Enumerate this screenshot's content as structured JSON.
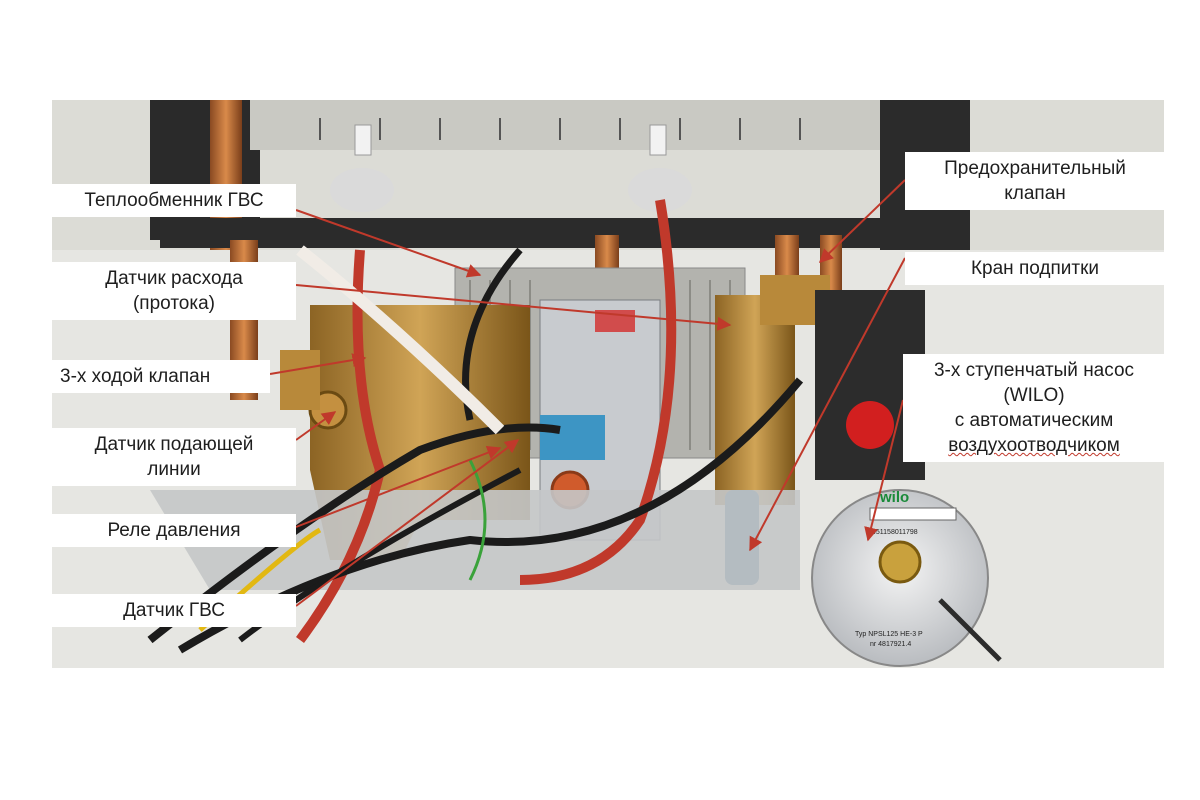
{
  "labels": {
    "dhw_heat_exchanger": "Теплообменник  ГВС",
    "flow_sensor_line1": "Датчик расхода",
    "flow_sensor_line2": "(протока)",
    "three_way_valve": "3-х ходой клапан",
    "supply_sensor_line1": "Датчик подающей",
    "supply_sensor_line2": "линии",
    "pressure_relay": "Реле  давления",
    "dhw_sensor": "Датчик ГВС",
    "safety_valve_line1": "Предохранительный",
    "safety_valve_line2": "клапан",
    "fill_tap": "Кран подпитки",
    "pump_line1": "3-х ступенчатый насос",
    "pump_line2": "(WILO)",
    "pump_line3": "с автоматическим",
    "pump_line4": "воздухоотводчиком"
  },
  "pump_plate": {
    "brand": "wilo",
    "serial": "951158011798",
    "type": "Typ NPSL125 HE-3 P",
    "number": "nr 4817921.4"
  },
  "colors": {
    "arrow": "#c0392b",
    "background": "#ffffff",
    "photo_wall": "#e6e6e2",
    "brass": "#b98a3a",
    "wire_red": "#c0392b",
    "label_text": "#1e1e1e"
  }
}
